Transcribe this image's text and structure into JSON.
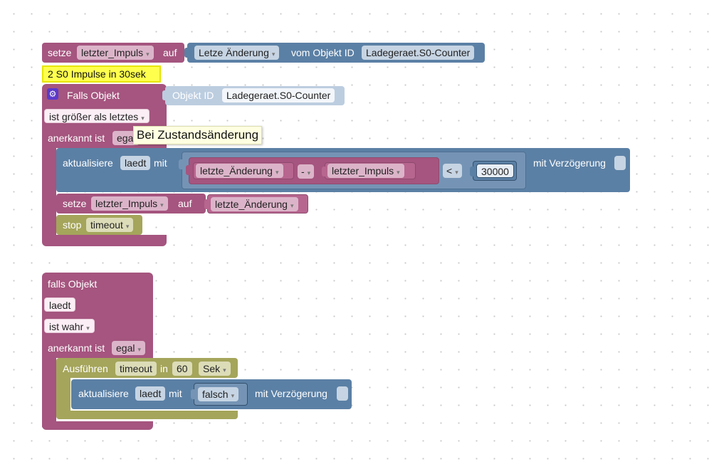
{
  "workspace": {
    "group1": {
      "setze1": {
        "verb": "setze",
        "var": "letzter_Impuls",
        "auf": "auf"
      },
      "getter": {
        "prop": "Letze Änderung",
        "vom": "vom Objekt ID",
        "oid": "Ladegeraet.S0-Counter"
      },
      "comment": "2 S0 Impulse in 30sek",
      "trigger": {
        "title": "Falls Objekt",
        "oid_label": "Objekt ID",
        "oid": "Ladegeraet.S0-Counter",
        "condition": "ist größer als letztes",
        "anerkannt_label": "anerkannt ist",
        "anerkannt_value": "egal"
      },
      "tooltip": "Bei Zustandsänderung",
      "update": {
        "label": "aktualisiere",
        "var": "laedt",
        "mit": "mit",
        "left": "letzte_Änderung",
        "minus_op": "-",
        "right": "letzter_Impuls",
        "compare_op": "<",
        "value": "30000",
        "delay_label": "mit Verzögerung"
      },
      "setze2": {
        "verb": "setze",
        "var": "letzter_Impuls",
        "auf": "auf",
        "value": "letzte_Änderung"
      },
      "stop": {
        "label": "stop",
        "value": "timeout"
      }
    },
    "group2": {
      "trigger": {
        "title": "falls Objekt",
        "oid": "laedt",
        "condition": "ist wahr",
        "anerkannt_label": "anerkannt ist",
        "anerkannt_value": "egal"
      },
      "exec": {
        "label": "Ausführen",
        "name": "timeout",
        "in": "in",
        "value": "60",
        "unit": "Sek"
      },
      "update": {
        "label": "aktualisiere",
        "var": "laedt",
        "mit": "mit",
        "value": "falsch",
        "delay_label": "mit Verzögerung"
      }
    }
  },
  "colors": {
    "logic_magenta": "#a5557f",
    "object_blue": "#5b80a5",
    "timer_olive": "#a5a55b",
    "comment_yellow": "#ffff4d"
  }
}
